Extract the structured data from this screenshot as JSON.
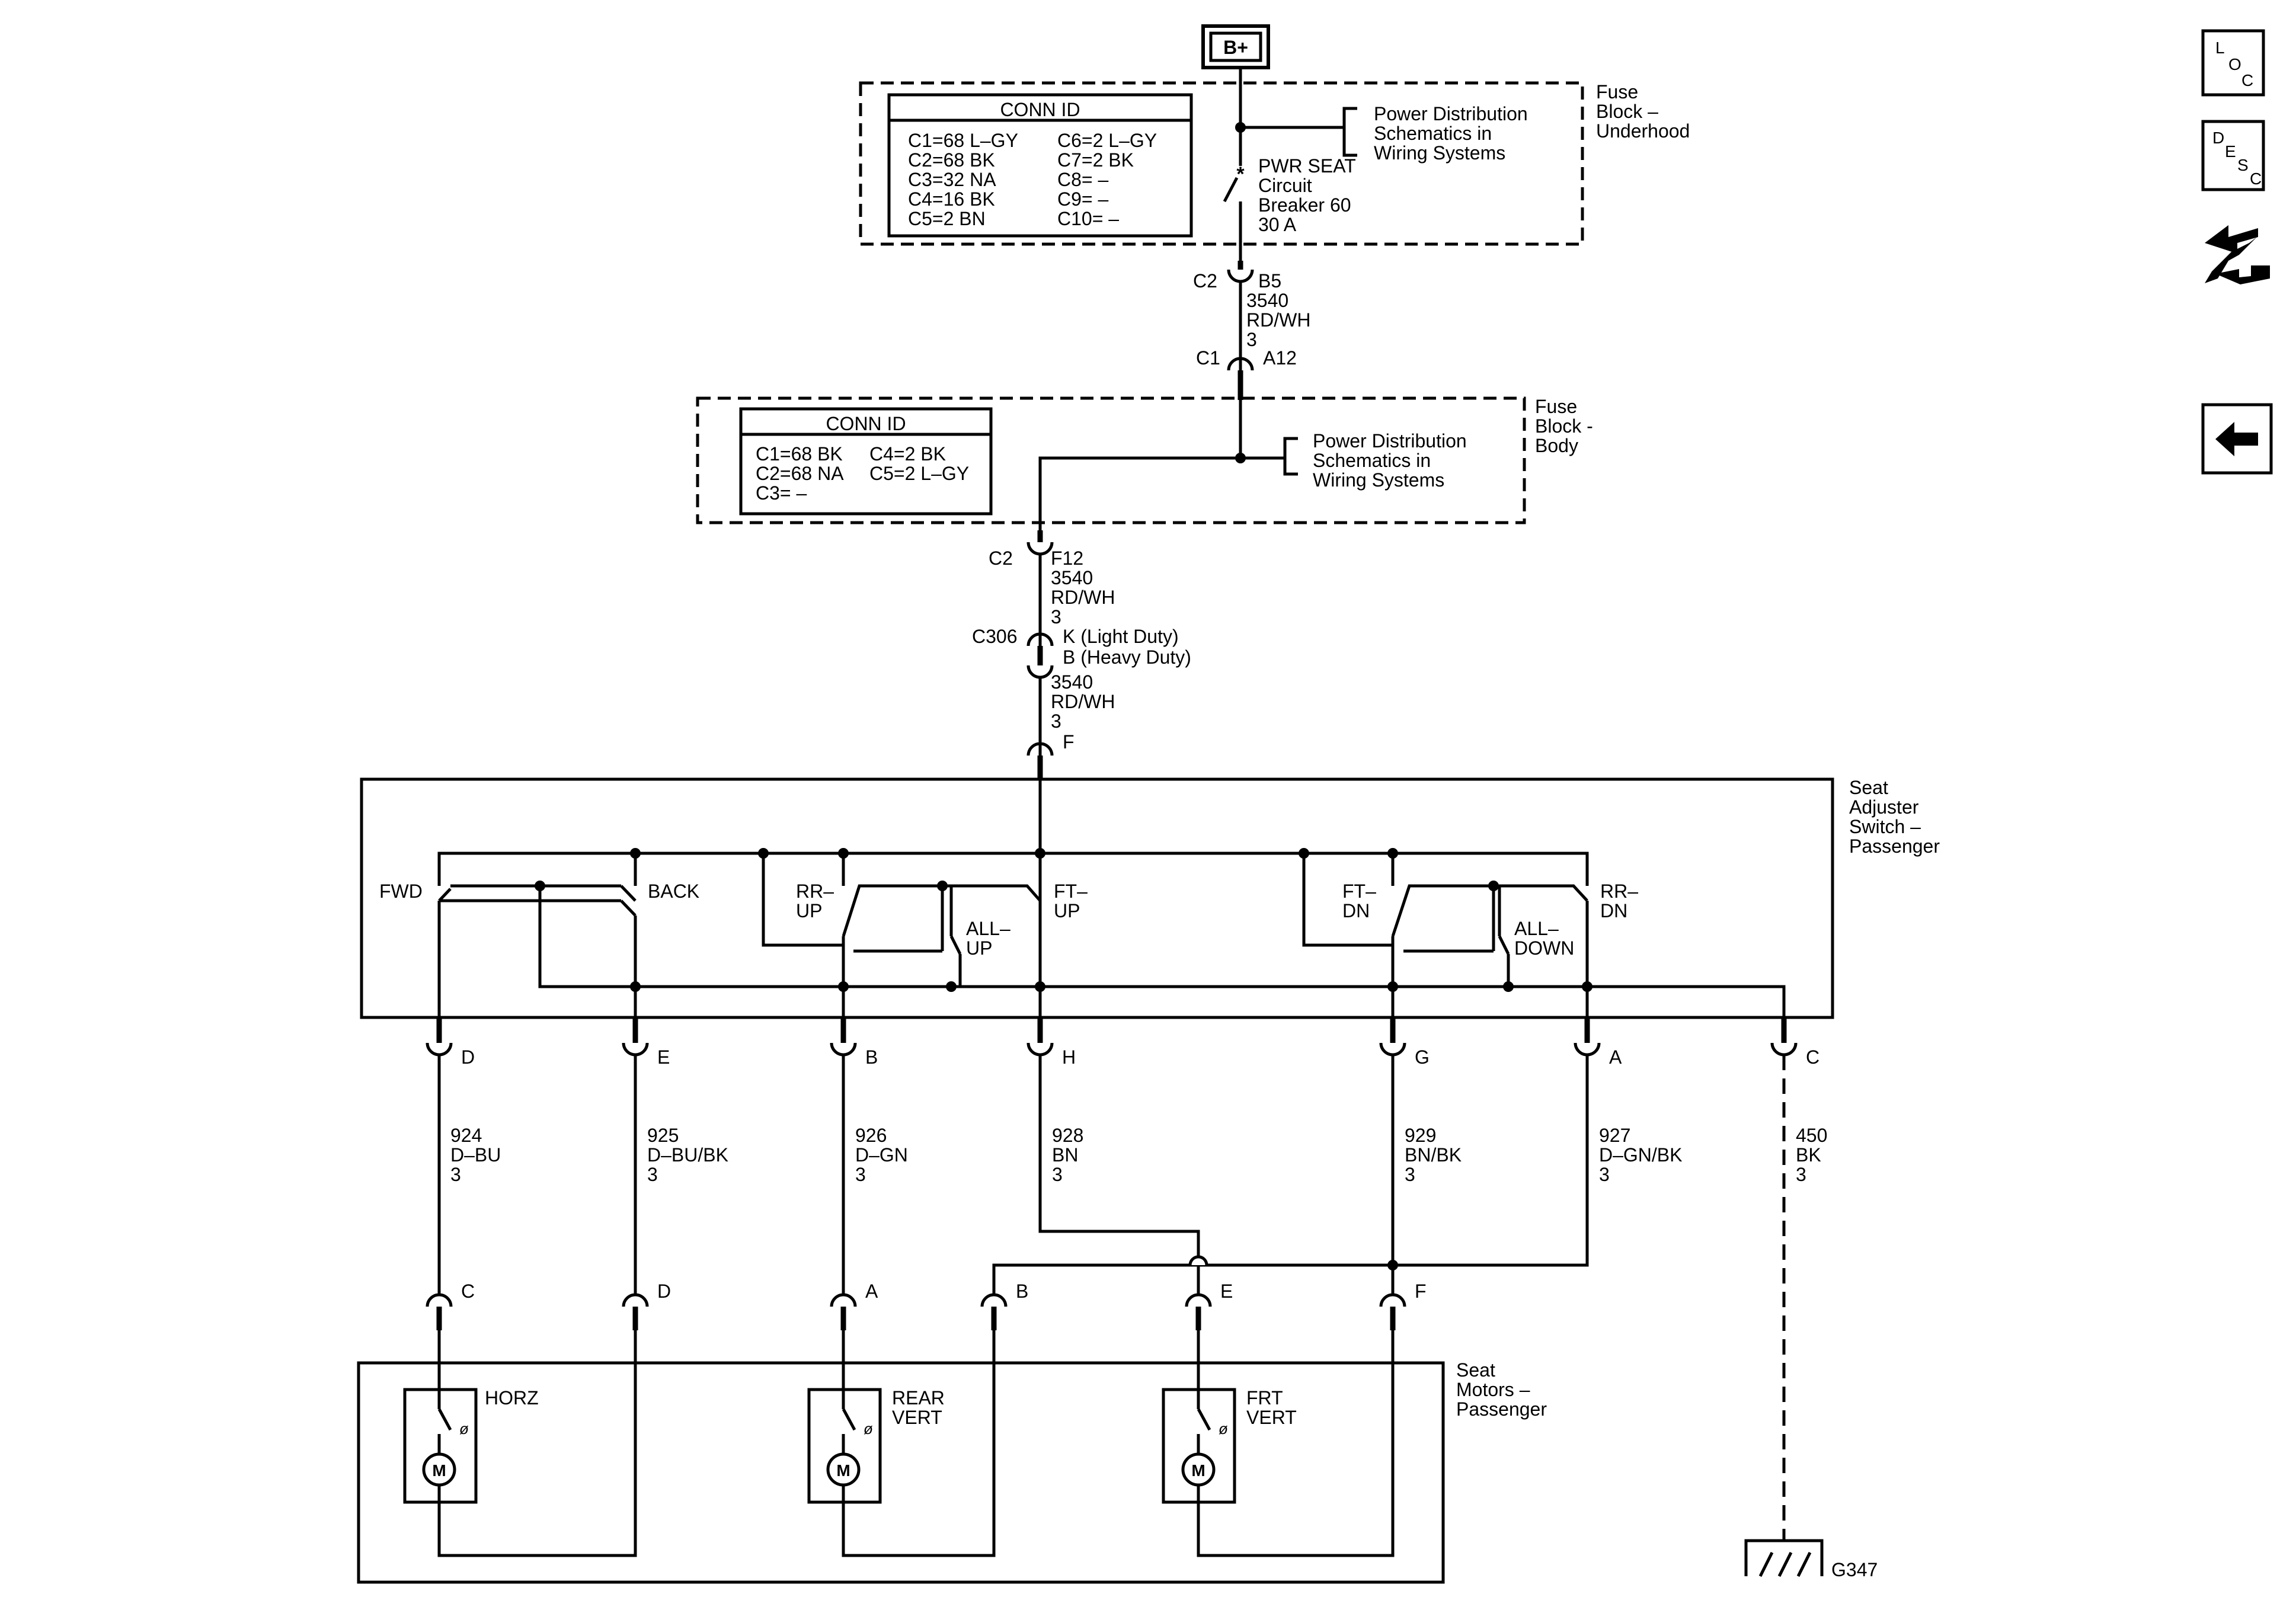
{
  "bplus": "B+",
  "underhood": {
    "title": [
      "Fuse",
      "Block –",
      "Underhood"
    ],
    "conn_title": "CONN ID",
    "conn_left": [
      "C1=68 L–GY",
      "C2=68 BK",
      "C3=32 NA",
      "C4=16 BK",
      "C5=2 BN"
    ],
    "conn_right": [
      "C6=2 L–GY",
      "C7=2 BK",
      "C8= –",
      "C9= –",
      "C10= –"
    ],
    "pds": [
      "Power Distribution",
      "Schematics in",
      "Wiring Systems"
    ],
    "breaker": [
      "PWR SEAT",
      "Circuit",
      "Breaker 60",
      "30 A"
    ]
  },
  "wire_top": {
    "c2": "C2",
    "b5": "B5",
    "desc": [
      "3540",
      "RD/WH",
      "3"
    ],
    "c1": "C1",
    "a12": "A12"
  },
  "body_block": {
    "title": [
      "Fuse",
      "Block -",
      "Body"
    ],
    "conn_title": "CONN ID",
    "conn_left": [
      "C1=68 BK",
      "C2=68 NA",
      "C3= –"
    ],
    "conn_right": [
      "C4=2 BK",
      "C5=2 L–GY"
    ],
    "pds": [
      "Power Distribution",
      "Schematics in",
      "Wiring Systems"
    ]
  },
  "wire_mid": {
    "c2": "C2",
    "f12": "F12",
    "desc1": [
      "3540",
      "RD/WH",
      "3"
    ],
    "c306": "C306",
    "pin_light": "K (Light Duty)",
    "pin_heavy": "B (Heavy Duty)",
    "desc2": [
      "3540",
      "RD/WH",
      "3"
    ],
    "f": "F"
  },
  "switch": {
    "title": [
      "Seat",
      "Adjuster",
      "Switch –",
      "Passenger"
    ],
    "fwd": "FWD",
    "back": "BACK",
    "rr_up": [
      "RR–",
      "UP"
    ],
    "all_up": [
      "ALL–",
      "UP"
    ],
    "ft_up": [
      "FT–",
      "UP"
    ],
    "ft_dn": [
      "FT–",
      "DN"
    ],
    "all_down": [
      "ALL–",
      "DOWN"
    ],
    "rr_dn": [
      "RR–",
      "DN"
    ]
  },
  "switch_pins": [
    "D",
    "E",
    "B",
    "H",
    "G",
    "A",
    "C"
  ],
  "circuits": [
    {
      "num": "924",
      "color": "D–BU",
      "size": "3"
    },
    {
      "num": "925",
      "color": "D–BU/BK",
      "size": "3"
    },
    {
      "num": "926",
      "color": "D–GN",
      "size": "3"
    },
    {
      "num": "928",
      "color": "BN",
      "size": "3"
    },
    {
      "num": "929",
      "color": "BN/BK",
      "size": "3"
    },
    {
      "num": "927",
      "color": "D–GN/BK",
      "size": "3"
    },
    {
      "num": "450",
      "color": "BK",
      "size": "3"
    }
  ],
  "motor_pins": [
    "C",
    "D",
    "A",
    "B",
    "E",
    "F"
  ],
  "motors": {
    "title": [
      "Seat",
      "Motors –",
      "Passenger"
    ],
    "horz": "HORZ",
    "rear": [
      "REAR",
      "VERT"
    ],
    "frt": [
      "FRT",
      "VERT"
    ],
    "m": "M"
  },
  "ground": "G347",
  "sidebar": {
    "loc": [
      "L",
      "O",
      "C"
    ],
    "desc": [
      "D",
      "E",
      "S",
      "C"
    ]
  }
}
